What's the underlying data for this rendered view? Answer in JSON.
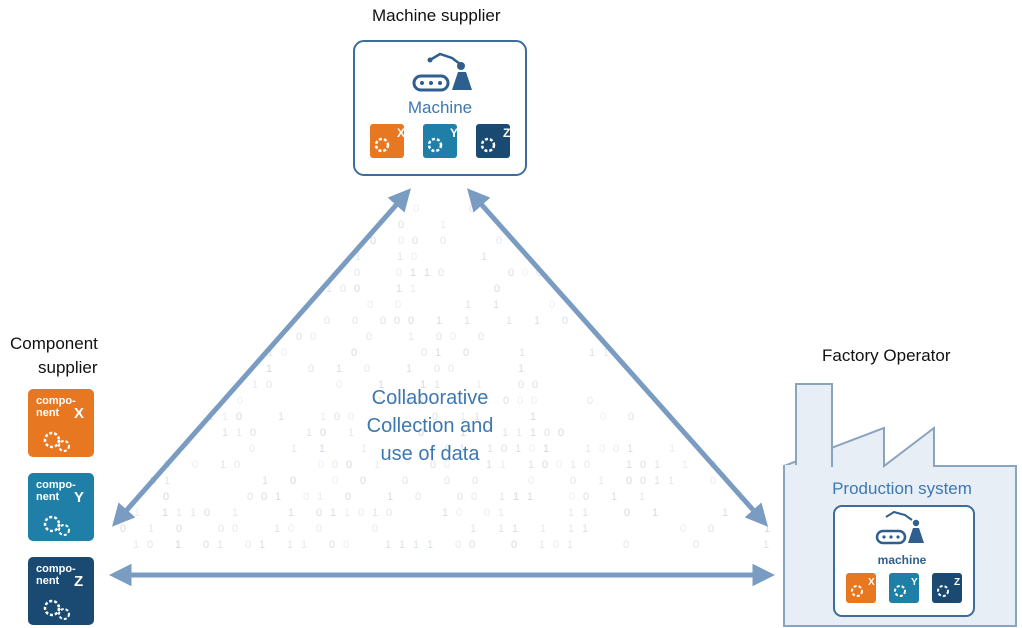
{
  "machine_supplier": {
    "title": "Machine supplier",
    "box_label": "Machine",
    "modules": [
      "X",
      "Y",
      "Z"
    ]
  },
  "component_supplier": {
    "title_line1": "Component",
    "title_line2": "supplier",
    "components": [
      {
        "line1": "compo-",
        "line2": "nent",
        "letter": "X",
        "color": "#e87722"
      },
      {
        "line1": "compo-",
        "line2": "nent",
        "letter": "Y",
        "color": "#1f7fa6"
      },
      {
        "line1": "compo-",
        "line2": "nent",
        "letter": "Z",
        "color": "#1a4a72"
      }
    ]
  },
  "factory_operator": {
    "title": "Factory Operator",
    "system_label": "Production system",
    "machine_label": "machine",
    "modules": [
      "X",
      "Y",
      "Z"
    ]
  },
  "center": {
    "line1": "Collaborative",
    "line2": "Collection and",
    "line3": "use of data"
  },
  "colors": {
    "arrow": "#7a9cc2",
    "accent_text": "#3d78b0",
    "orange": "#e87722",
    "teal": "#1f7fa6",
    "navy": "#1a4a72",
    "factory_fill": "#e8eef5",
    "factory_stroke": "#8aa3bf"
  }
}
